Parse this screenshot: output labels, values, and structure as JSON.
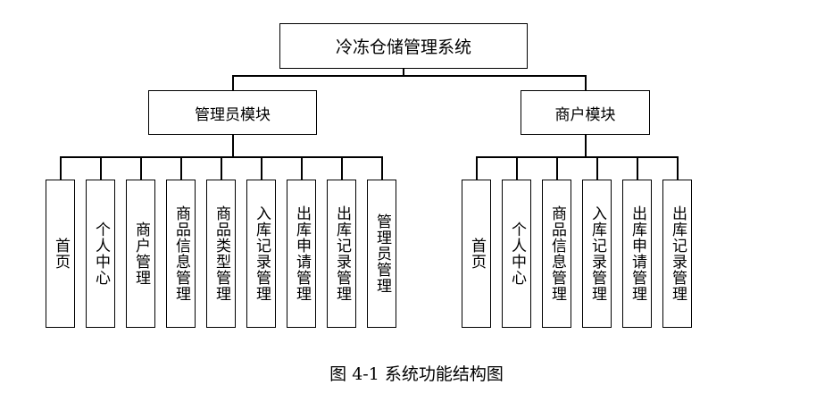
{
  "diagram": {
    "root": "冷冻仓储管理系统",
    "modules": [
      {
        "label": "管理员模块",
        "children": [
          "首页",
          "个人中心",
          "商户管理",
          "商品信息管理",
          "商品类型管理",
          "入库记录管理",
          "出库申请管理",
          "出库记录管理",
          "管理员管理"
        ]
      },
      {
        "label": "商户模块",
        "children": [
          "首页",
          "个人中心",
          "商品信息管理",
          "入库记录管理",
          "出库申请管理",
          "出库记录管理"
        ]
      }
    ]
  },
  "caption": "图 4-1 系统功能结构图"
}
